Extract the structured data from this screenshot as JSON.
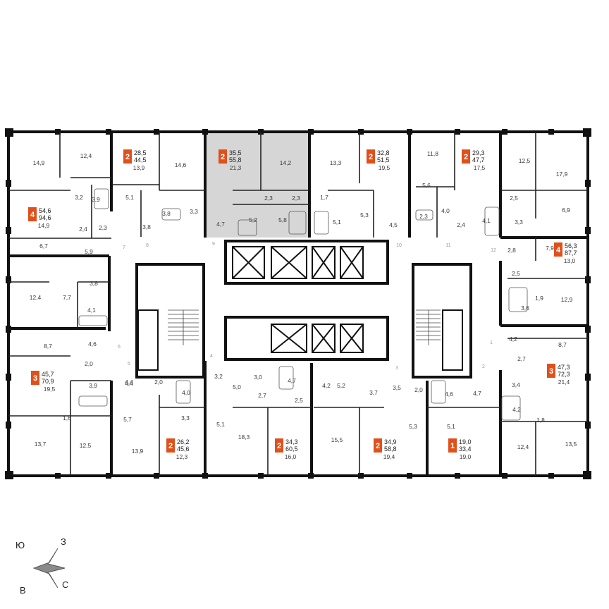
{
  "colors": {
    "badge": "#e0501b",
    "highlight": "#d6d6d6",
    "wall": "#111111"
  },
  "apartments": [
    {
      "id": "a1",
      "rooms": "2",
      "living": "28,5",
      "total": "44,5",
      "bottom": "13,9"
    },
    {
      "id": "a2",
      "rooms": "2",
      "living": "35,5",
      "total": "55,8",
      "bottom": "21,3",
      "highlighted": true
    },
    {
      "id": "a3",
      "rooms": "2",
      "living": "32,8",
      "total": "51,5",
      "bottom": "19,5"
    },
    {
      "id": "a4",
      "rooms": "2",
      "living": "29,3",
      "total": "47,7",
      "bottom": "17,5"
    },
    {
      "id": "a5",
      "rooms": "4",
      "living": "54,6",
      "total": "94,6",
      "bottom": "14,9"
    },
    {
      "id": "a6",
      "rooms": "4",
      "living": "56,3",
      "total": "87,7",
      "bottom": "13,0"
    },
    {
      "id": "a7",
      "rooms": "3",
      "living": "45,7",
      "total": "70,9",
      "bottom": "19,5"
    },
    {
      "id": "a8",
      "rooms": "3",
      "living": "47,3",
      "total": "72,3",
      "bottom": "21,4"
    },
    {
      "id": "a9",
      "rooms": "2",
      "living": "26,2",
      "total": "45,6",
      "bottom": "12,3"
    },
    {
      "id": "a10",
      "rooms": "2",
      "living": "34,3",
      "total": "60,5",
      "bottom": "16,0"
    },
    {
      "id": "a11",
      "rooms": "2",
      "living": "34,9",
      "total": "58,8",
      "bottom": "19,4"
    },
    {
      "id": "a12",
      "rooms": "1",
      "living": "19,0",
      "total": "33,4",
      "bottom": "19,0"
    }
  ],
  "room_areas": [
    "14,9",
    "12,4",
    "3,2",
    "3,9",
    "5,1",
    "3,8",
    "3,3",
    "3,8",
    "14,6",
    "2,4",
    "2,3",
    "6,7",
    "5,9",
    "14,2",
    "2,3",
    "2,3",
    "4,7",
    "5,2",
    "5,8",
    "13,3",
    "1,7",
    "5,1",
    "5,3",
    "4,5",
    "11,8",
    "5,6",
    "2,3",
    "4,0",
    "2,4",
    "4,1",
    "12,5",
    "2,5",
    "3,3",
    "17,9",
    "6,9",
    "2,8",
    "7,9",
    "12,4",
    "7,7",
    "3,8",
    "4,1",
    "2,5",
    "3,6",
    "1,9",
    "12,9",
    "8,7",
    "4,6",
    "2,0",
    "3,9",
    "4,4",
    "4,2",
    "8,7",
    "2,7",
    "3,4",
    "4,2",
    "1,8",
    "13,5",
    "12,4",
    "1,6",
    "13,7",
    "12,5",
    "13,9",
    "5,7",
    "4,4",
    "2,0",
    "4,0",
    "3,3",
    "3,2",
    "5,1",
    "18,3",
    "5,0",
    "3,0",
    "4,7",
    "2,7",
    "2,5",
    "4,2",
    "5,2",
    "3,7",
    "15,5",
    "3,5",
    "2,0",
    "4,6",
    "4,7",
    "5,3",
    "5,1"
  ],
  "axis_marks": [
    "1",
    "2",
    "3",
    "4",
    "5",
    "6",
    "7",
    "8",
    "9",
    "10",
    "11",
    "12"
  ],
  "compass": {
    "top_left": "Ю",
    "top_right": "З",
    "bottom_left": "В",
    "bottom_right": "С"
  }
}
